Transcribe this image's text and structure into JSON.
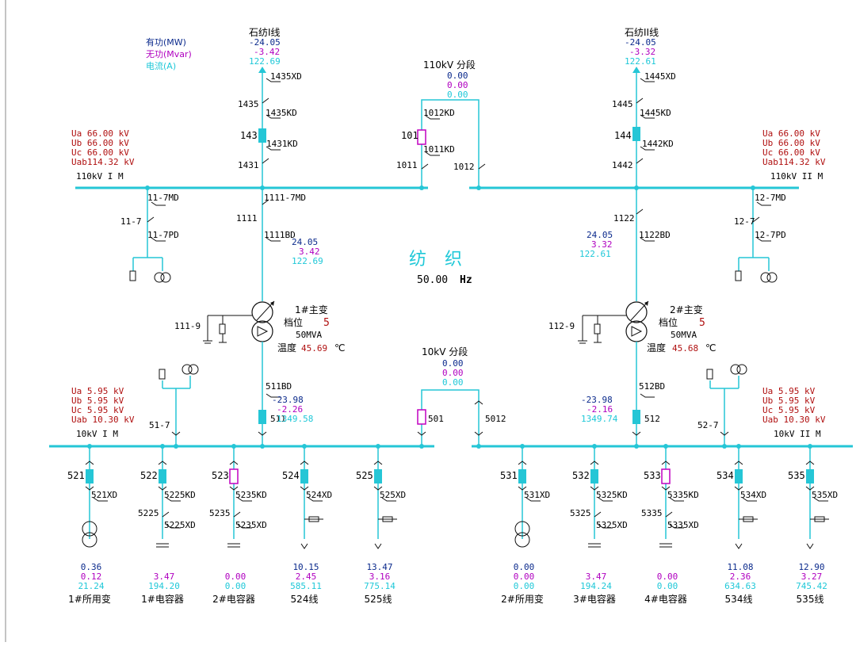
{
  "legend": {
    "p": "有功(MW)",
    "q": "无功(Mvar)",
    "i": "电流(A)"
  },
  "line_left": {
    "name": "石纺I线",
    "p": "-24.05",
    "q": "-3.42",
    "i": "122.69"
  },
  "line_right": {
    "name": "石纺II线",
    "p": "-24.05",
    "q": "-3.32",
    "i": "122.61"
  },
  "sec110": {
    "label": "110kV 分段",
    "p": "0.00",
    "q": "0.00",
    "i": "0.00"
  },
  "sec10": {
    "label": "10kV 分段",
    "p": "0.00",
    "q": "0.00",
    "i": "0.00"
  },
  "station": {
    "name": "纺 织",
    "freq": "50.00",
    "unit": "Hz"
  },
  "volt_110_left": {
    "rows": [
      "Ua  66.00 kV",
      "Ub  66.00 kV",
      "Uc  66.00 kV",
      "Uab114.32 kV"
    ],
    "bus": "110kV I M"
  },
  "volt_110_right": {
    "rows": [
      "Ua  66.00 kV",
      "Ub  66.00 kV",
      "Uc  66.00 kV",
      "Uab114.32 kV"
    ],
    "bus": "110kV II M"
  },
  "volt_10_left": {
    "rows": [
      "Ua   5.95 kV",
      "Ub   5.95 kV",
      "Uc   5.95 kV",
      "Uab  10.30 kV"
    ],
    "bus": "10kV I M"
  },
  "volt_10_right": {
    "rows": [
      "Ua   5.95 kV",
      "Ub   5.95 kV",
      "Uc   5.95 kV",
      "Uab 10.30 kV"
    ],
    "bus": "10kV II M"
  },
  "labels": {
    "l1435XD": "1435XD",
    "l1435": "1435",
    "l1435KD": "1435KD",
    "l143": "143",
    "l1431KD": "1431KD",
    "l1431": "1431",
    "l1445XD": "1445XD",
    "l1445": "1445",
    "l1445KD": "1445KD",
    "l144": "144",
    "l1442KD": "1442KD",
    "l1442": "1442",
    "l1012KD": "1012KD",
    "l101": "101",
    "l1011KD": "1011KD",
    "l1011": "1011",
    "l1012": "1012",
    "l11_7MD": "11-7MD",
    "l11_7": "11-7",
    "l11_7PD": "11-7PD",
    "l1111_7MD": "1111-7MD",
    "l1111": "1111",
    "l1111BD": "1111BD",
    "l12_7MD": "12-7MD",
    "l12_7": "12-7",
    "l12_7PD": "12-7PD",
    "l1122": "1122",
    "l1122BD": "1122BD",
    "l111_9": "111-9",
    "l112_9": "112-9",
    "l511BD": "511BD",
    "l511": "511",
    "l512BD": "512BD",
    "l512": "512",
    "l51_7": "51-7",
    "l52_7": "52-7",
    "l501": "501",
    "l5012": "5012"
  },
  "trafo1": {
    "name": "1#主变",
    "tap_label": "档位",
    "tap": "5",
    "rating": "50MVA",
    "temp_label": "温度",
    "temp": "45.69",
    "temp_unit": "℃",
    "hv_p": "24.05",
    "hv_q": "3.42",
    "hv_i": "122.69",
    "lv_p": "-23.98",
    "lv_q": "-2.26",
    "lv_i": "1349.58"
  },
  "trafo2": {
    "name": "2#主变",
    "tap_label": "档位",
    "tap": "5",
    "rating": "50MVA",
    "temp_label": "温度",
    "temp": "45.68",
    "temp_unit": "℃",
    "hv_p": "24.05",
    "hv_q": "3.32",
    "hv_i": "122.61",
    "lv_p": "-23.98",
    "lv_q": "-2.16",
    "lv_i": "1349.74"
  },
  "feeders": [
    {
      "id": "521",
      "d1": "521XD",
      "d2": "",
      "d3": "",
      "p": "0.36",
      "q": "0.12",
      "i": "21.24",
      "name": "1#所用变"
    },
    {
      "id": "522",
      "d1": "5225KD",
      "d2": "5225",
      "d3": "5225XD",
      "p": "",
      "q": "3.47",
      "i": "194.20",
      "name": "1#电容器"
    },
    {
      "id": "523",
      "d1": "5235KD",
      "d2": "5235",
      "d3": "5235XD",
      "p": "",
      "q": "0.00",
      "i": "0.00",
      "name": "2#电容器"
    },
    {
      "id": "524",
      "d1": "524XD",
      "d2": "",
      "d3": "",
      "p": "10.15",
      "q": "2.45",
      "i": "585.11",
      "name": "524线"
    },
    {
      "id": "525",
      "d1": "525XD",
      "d2": "",
      "d3": "",
      "p": "13.47",
      "q": "3.16",
      "i": "775.14",
      "name": "525线"
    },
    {
      "id": "531",
      "d1": "531XD",
      "d2": "",
      "d3": "",
      "p": "0.00",
      "q": "0.00",
      "i": "0.00",
      "name": "2#所用变"
    },
    {
      "id": "532",
      "d1": "5325KD",
      "d2": "5325",
      "d3": "5325XD",
      "p": "",
      "q": "3.47",
      "i": "194.24",
      "name": "3#电容器"
    },
    {
      "id": "533",
      "d1": "5335KD",
      "d2": "5335",
      "d3": "5335XD",
      "p": "",
      "q": "0.00",
      "i": "0.00",
      "name": "4#电容器"
    },
    {
      "id": "534",
      "d1": "534XD",
      "d2": "",
      "d3": "",
      "p": "11.08",
      "q": "2.36",
      "i": "634.63",
      "name": "534线"
    },
    {
      "id": "535",
      "d1": "535XD",
      "d2": "",
      "d3": "",
      "p": "12.90",
      "q": "3.27",
      "i": "745.42",
      "name": "535线"
    }
  ],
  "colors": {
    "bus": "#25c6d6",
    "breaker": "#25c6d6",
    "open_breaker": "#c000c0",
    "p": "#0b2a8c",
    "q": "#b000c0",
    "i": "#1fc8d8",
    "volt": "#b01010"
  }
}
